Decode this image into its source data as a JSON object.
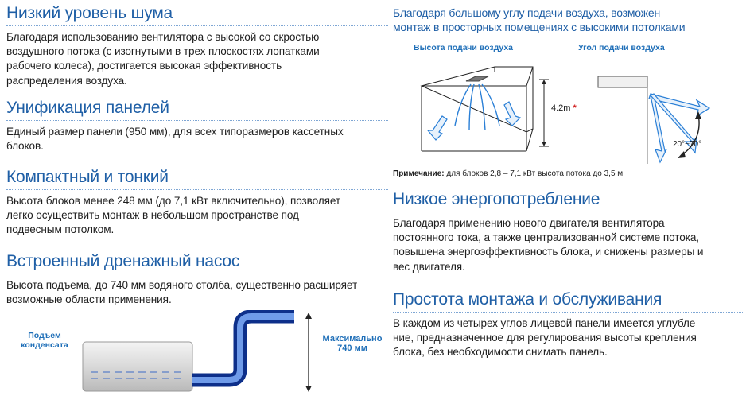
{
  "left": {
    "s1": {
      "title": "Низкий уровень шума",
      "lines": [
        "Благодаря использованию вентилятора с высокой со скростью",
        "воздушного потока (с изогнутыми в трех плоскостях лопатками",
        "рабочего колеса), достигается высокая эффективность",
        "распределения воздуха."
      ]
    },
    "s2": {
      "title": "Унификация панелей",
      "lines": [
        "Единый размер панели (950 мм), для всех типоразмеров кассетных",
        "блоков."
      ]
    },
    "s3": {
      "title": "Компактный и тонкий",
      "lines": [
        "Высота блоков менее 248 мм (до 7,1 кВт включительно), позволяет",
        "легко осуществить монтаж в небольшом пространстве под",
        "подвесным потолком."
      ]
    },
    "s4": {
      "title": "Встроенный дренажный насос",
      "lines": [
        "Высота подъема, до 740 мм водяного столба, существенно расширяет",
        "возможные области применения."
      ]
    },
    "pump": {
      "label_left": [
        "Подъем",
        "конденсата"
      ],
      "label_right": [
        "Максимально",
        "740 мм"
      ]
    }
  },
  "right": {
    "top": {
      "lines": [
        "Благодаря большому углу подачи воздуха, возможен",
        "монтаж в просторных помещениях с высокими потолками"
      ]
    },
    "diagram": {
      "label_height": "Высота подачи воздуха",
      "label_angle": "Угол подачи воздуха",
      "height_value": "4.2m",
      "star": "*",
      "angle_value": "20°~70°"
    },
    "note": {
      "bold": "Примечание:",
      "text": " для блоков 2,8 – 7,1 кВт высота потока до 3,5 м"
    },
    "s5": {
      "title": "Низкое энергопотребление",
      "lines": [
        "Благодаря применению нового двигателя вентилятора",
        "постоянного тока, а также централизованной системе потока,",
        "повышена энергоэффективность блока, и снижены размеры и",
        "вес двигателя."
      ]
    },
    "s6": {
      "title": "Простота монтажа и обслуживания",
      "lines": [
        "В каждом из четырех углов лицевой панели имеется углубле–",
        "ние, предназначенное для регулирования высоты крепления",
        "блока, без необходимости снимать панель."
      ]
    }
  },
  "colors": {
    "heading": "#1f5fa6",
    "label": "#1f6fb8",
    "rule": "#7ea6d4"
  }
}
